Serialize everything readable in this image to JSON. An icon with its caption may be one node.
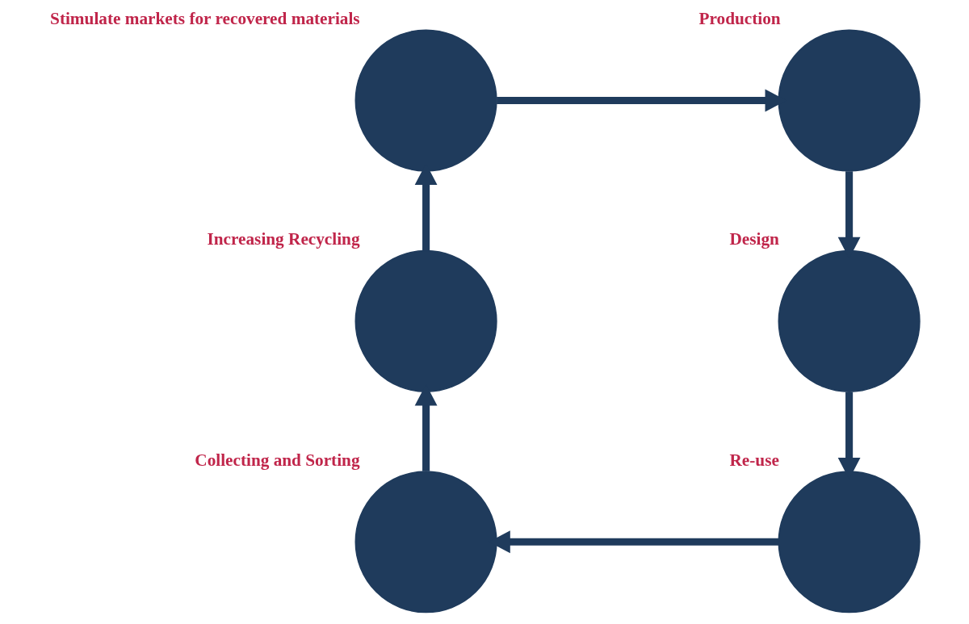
{
  "diagram": {
    "nodes": [
      {
        "text": [],
        "shape": "circle",
        "beside": [
          "Stimulate markets for recovered materials"
        ]
      },
      {
        "text": [],
        "shape": "circle",
        "beside": [
          "Production"
        ]
      },
      {
        "text": [],
        "shape": "circle",
        "beside": [
          "Increasing Recycling"
        ]
      },
      {
        "text": [],
        "shape": "circle",
        "beside": [
          "Design"
        ]
      },
      {
        "text": [],
        "shape": "circle",
        "beside": [
          "Collecting and Sorting"
        ]
      },
      {
        "text": [],
        "shape": "circle",
        "beside": [
          "Re-use"
        ]
      }
    ],
    "edges": [
      {
        "from": 0,
        "to": 1,
        "arrow": "to"
      },
      {
        "from": 1,
        "to": 3,
        "arrow": "to"
      },
      {
        "from": 3,
        "to": 5,
        "arrow": "to"
      },
      {
        "from": 5,
        "to": 4,
        "arrow": "to"
      },
      {
        "from": 4,
        "to": 2,
        "arrow": "to"
      },
      {
        "from": 2,
        "to": 0,
        "arrow": "to"
      }
    ]
  }
}
